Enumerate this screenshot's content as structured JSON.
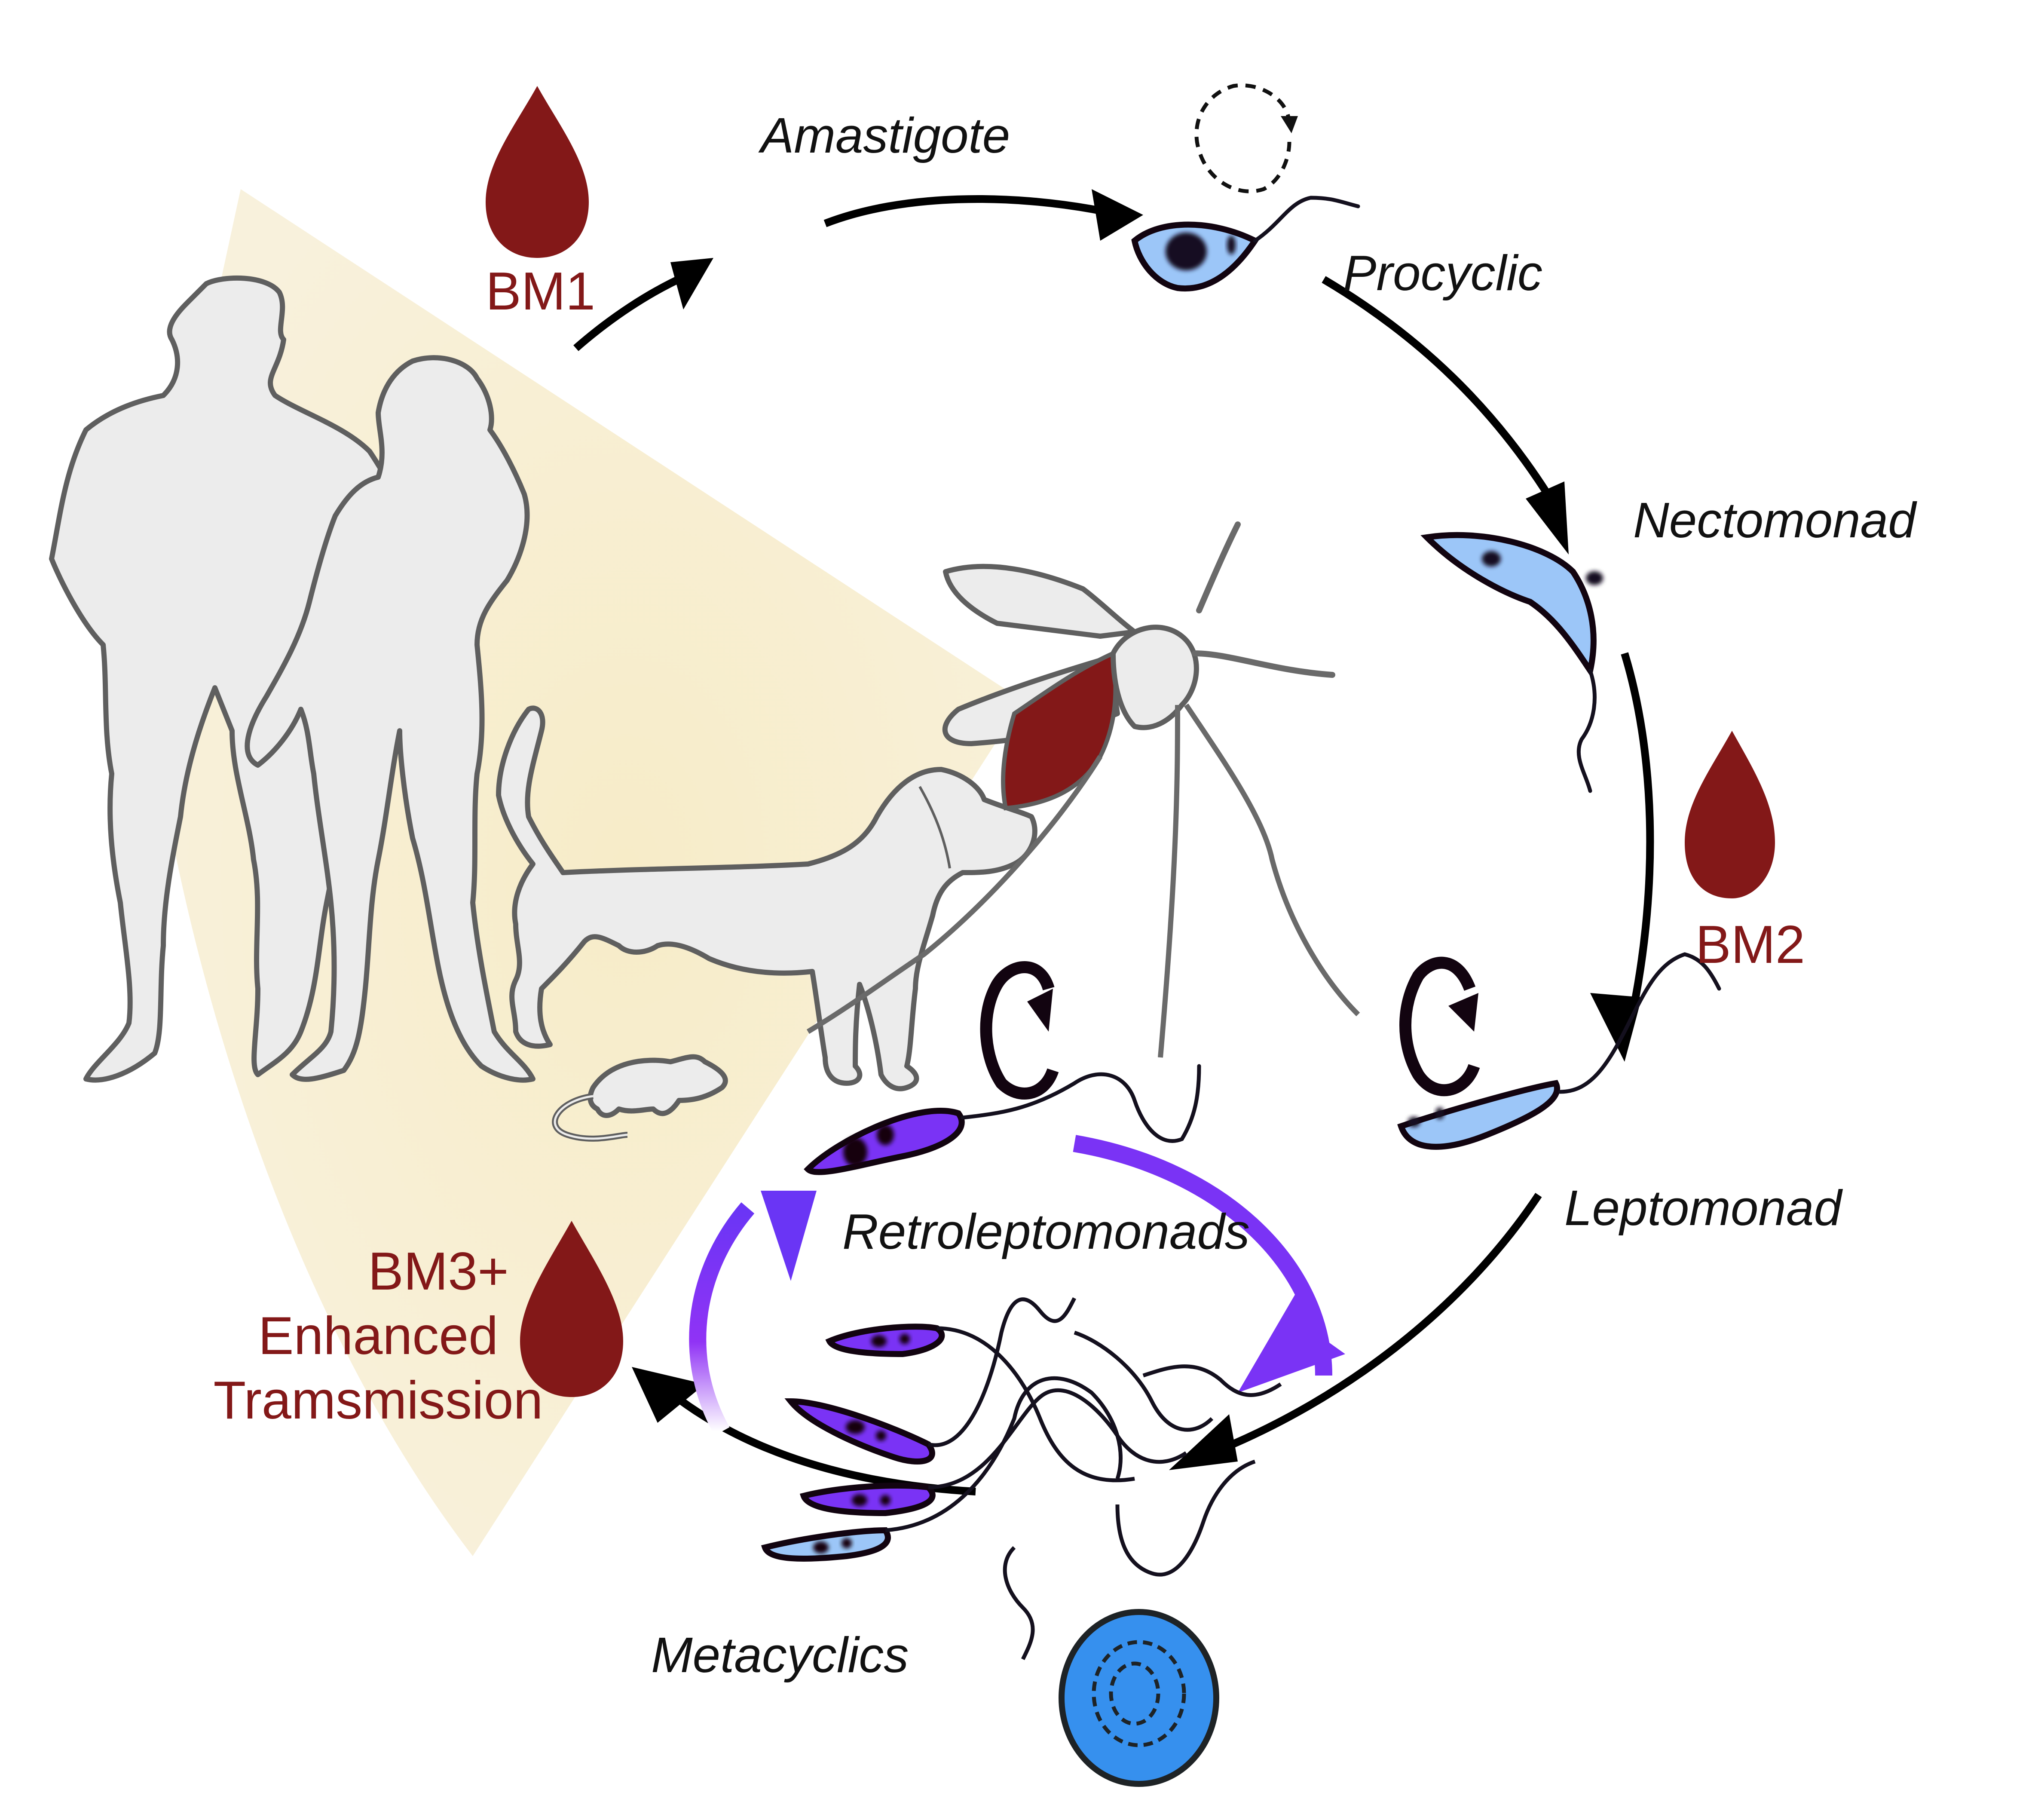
{
  "figure": {
    "title": "Leishmania life cycle in the sand fly with blood meals",
    "colors": {
      "blood": "#831818",
      "cell_blue": "#9cc6f8",
      "cell_purple": "#7a33f5",
      "egg_blue": "#3690ee",
      "host_zone": "#f6edd0",
      "silhouette_fill": "#ececec",
      "silhouette_stroke": "#5f5f5f"
    }
  },
  "stages": {
    "amastigote": "Amastigote",
    "procyclic": "Procyclic",
    "nectomonad": "Nectomonad",
    "leptomonad": "Leptomonad",
    "metacyclics": "Metacyclics",
    "retroleptomonads": "Retroleptomonads"
  },
  "blood_meals": {
    "bm1": "BM1",
    "bm2": "BM2",
    "bm3_line1": "BM3+",
    "bm3_line2": "Enhanced",
    "bm3_line3": "Tramsmission"
  },
  "hosts": [
    "man",
    "woman",
    "dog",
    "rodent"
  ],
  "vector": "sand fly"
}
